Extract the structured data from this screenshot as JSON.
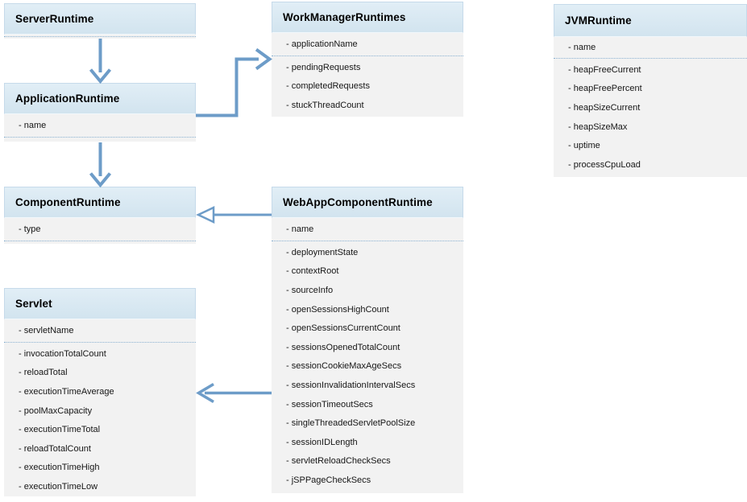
{
  "diagram_type": "uml-class-diagram",
  "colors": {
    "connector": "#6d9cc8",
    "divider": "#8ab1d1",
    "body_bg": "#f2f2f2",
    "header_top": "#e1eef6",
    "header_bottom": "#d2e4ef",
    "title_color": "#000000",
    "attr_color": "#161616"
  },
  "classes": [
    {
      "id": "server-runtime",
      "title": "ServerRuntime",
      "attributes_primary": [],
      "attributes_secondary": []
    },
    {
      "id": "application-runtime",
      "title": "ApplicationRuntime",
      "attributes_primary": [
        "- name"
      ],
      "attributes_secondary": []
    },
    {
      "id": "component-runtime",
      "title": "ComponentRuntime",
      "attributes_primary": [
        "- type"
      ],
      "attributes_secondary": []
    },
    {
      "id": "servlet",
      "title": "Servlet",
      "attributes_primary": [
        "- servletName"
      ],
      "attributes_secondary": [
        "- invocationTotalCount",
        "- reloadTotal",
        "- executionTimeAverage",
        "- poolMaxCapacity",
        "- executionTimeTotal",
        "- reloadTotalCount",
        "- executionTimeHigh",
        "- executionTimeLow"
      ]
    },
    {
      "id": "work-manager-runtimes",
      "title": "WorkManagerRuntimes",
      "attributes_primary": [
        "- applicationName"
      ],
      "attributes_secondary": [
        "- pendingRequests",
        "- completedRequests",
        "- stuckThreadCount"
      ]
    },
    {
      "id": "web-app-component-runtime",
      "title": "WebAppComponentRuntime",
      "attributes_primary": [
        "- name"
      ],
      "attributes_secondary": [
        "- deploymentState",
        "- contextRoot",
        "- sourceInfo",
        "- openSessionsHighCount",
        "- openSessionsCurrentCount",
        "- sessionsOpenedTotalCount",
        "- sessionCookieMaxAgeSecs",
        "- sessionInvalidationIntervalSecs",
        "- sessionTimeoutSecs",
        "- singleThreadedServletPoolSize",
        "- sessionIDLength",
        "- servletReloadCheckSecs",
        "- jSPPageCheckSecs"
      ]
    },
    {
      "id": "jvm-runtime",
      "title": "JVMRuntime",
      "attributes_primary": [
        "- name"
      ],
      "attributes_secondary": [
        "- heapFreeCurrent",
        "- heapFreePercent",
        "- heapSizeCurrent",
        "- heapSizeMax",
        "- uptime",
        "- processCpuLoad"
      ]
    }
  ],
  "connectors": [
    {
      "from": "ServerRuntime",
      "to": "ApplicationRuntime",
      "head": "open-arrow"
    },
    {
      "from": "ApplicationRuntime",
      "to": "ComponentRuntime",
      "head": "open-arrow"
    },
    {
      "from": "ApplicationRuntime",
      "to": "WorkManagerRuntimes",
      "head": "open-arrow",
      "route": "elbow"
    },
    {
      "from": "WebAppComponentRuntime",
      "to": "ComponentRuntime",
      "head": "hollow-triangle"
    },
    {
      "from": "WebAppComponentRuntime",
      "to": "Servlet",
      "head": "open-arrow"
    }
  ]
}
